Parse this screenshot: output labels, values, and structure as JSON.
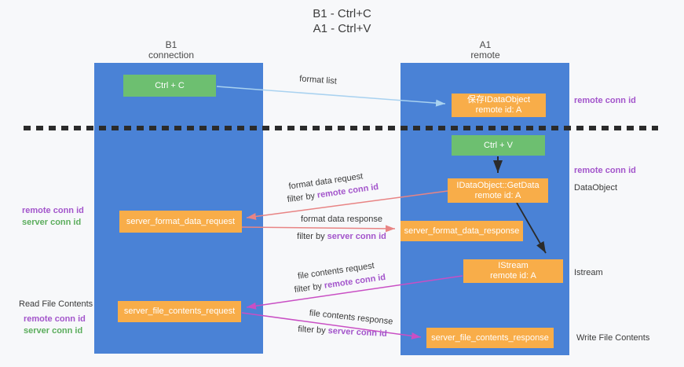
{
  "title": {
    "line1": "B1 - Ctrl+C",
    "line2": "A1 - Ctrl+V"
  },
  "lifelines": {
    "b1": {
      "name": "B1",
      "role": "connection"
    },
    "a1": {
      "name": "A1",
      "role": "remote"
    }
  },
  "nodes": {
    "ctrl_c": {
      "label": "Ctrl + C"
    },
    "save_dataobject": {
      "line1": "保存IDataObject",
      "line2": "remote id: A"
    },
    "ctrl_v": {
      "label": "Ctrl + V"
    },
    "getdata": {
      "line1": "IDataObject::GetData",
      "line2": "remote id: A"
    },
    "format_request": {
      "label": "server_format_data_request"
    },
    "format_response": {
      "label": "server_format_data_response"
    },
    "istream": {
      "line1": "IStream",
      "line2": "remote id: A"
    },
    "file_request": {
      "label": "server_file_contents_request"
    },
    "file_response": {
      "label": "server_file_contents_response"
    }
  },
  "arrow_labels": {
    "format_list": "format list",
    "format_request_line": "format data request",
    "format_request_filter_prefix": "filter by ",
    "format_request_filter_key": "remote conn id",
    "format_response_line": "format data response",
    "format_response_filter_prefix": "filter by ",
    "format_response_filter_key": "server conn id",
    "file_request_line": "file contents request",
    "file_request_filter_prefix": "filter by ",
    "file_request_filter_key": "remote conn id",
    "file_response_line": "file contents response",
    "file_response_filter_prefix": "filter by ",
    "file_response_filter_key": "server conn id"
  },
  "side_labels": {
    "right_remote_conn_top": "remote conn id",
    "right_remote_conn_mid": "remote conn id",
    "dataobject": "DataObject",
    "istream": "Istream",
    "write_file": "Write File Contents",
    "left_remote_conn_mid": "remote conn id",
    "left_server_conn_mid": "server conn id",
    "read_file": "Read File Contents",
    "left_remote_conn_bottom": "remote conn id",
    "left_server_conn_bottom": "server conn id"
  },
  "colors": {
    "lifeline_blue": "#4a82d6",
    "box_green": "#6dbf70",
    "box_orange": "#f8ad49",
    "arrow_light_blue": "#a9d2f0",
    "arrow_salmon": "#e88484",
    "arrow_magenta": "#c94fc4",
    "arrow_black": "#2b2b2b",
    "text_purple": "#a355cb",
    "text_green": "#5bad5c",
    "background": "#f7f8fa"
  }
}
